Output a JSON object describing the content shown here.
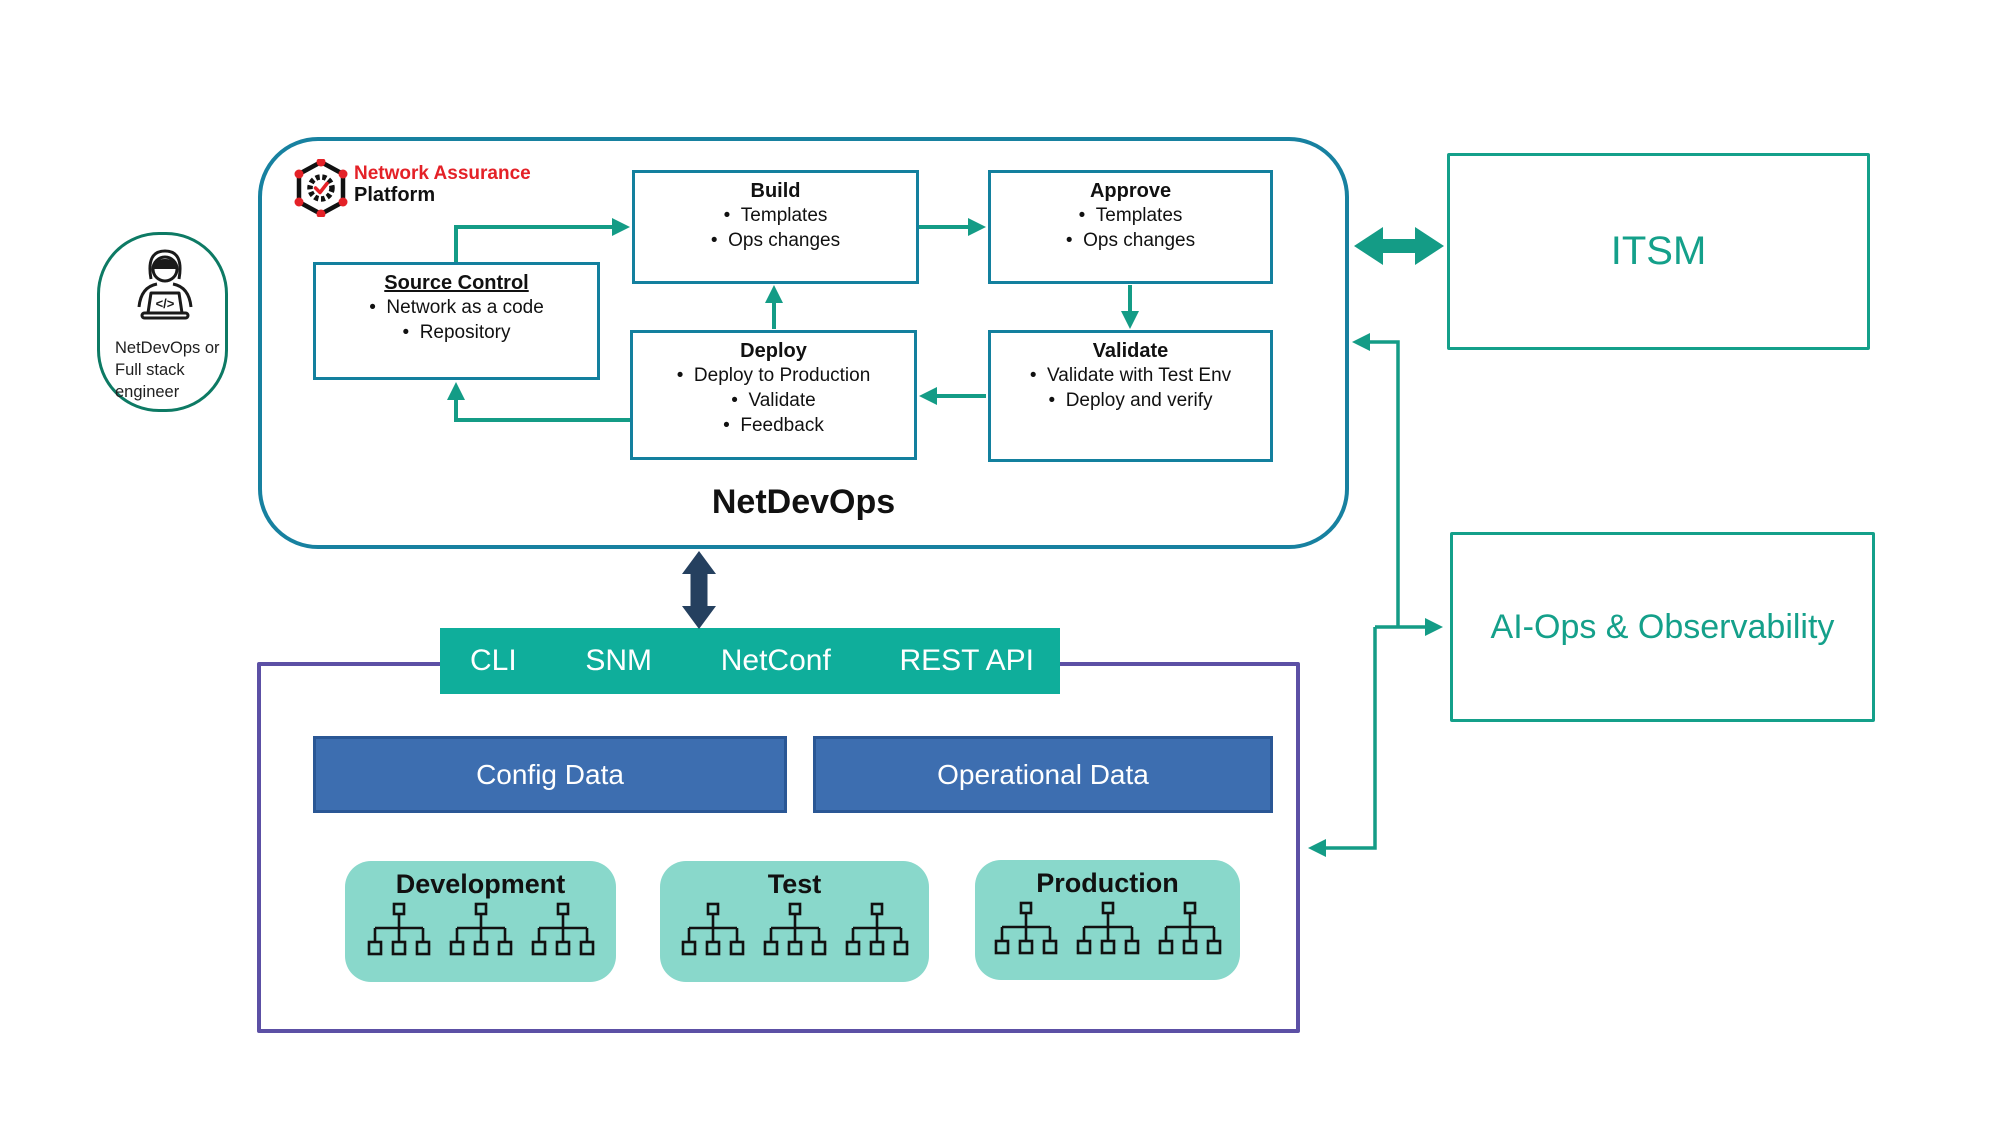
{
  "diagram": {
    "engineer": {
      "label": "NetDevOps or\nFull stack\nengineer",
      "laptop_glyph": "</>"
    },
    "logo": {
      "title": "Network Assurance",
      "subtitle": "Platform"
    },
    "netdevops": {
      "label": "NetDevOps",
      "source_control": {
        "title": "Source Control",
        "bullets": [
          "Network as a code",
          "Repository"
        ]
      },
      "build": {
        "title": "Build",
        "bullets": [
          "Templates",
          "Ops changes"
        ]
      },
      "approve": {
        "title": "Approve",
        "bullets": [
          "Templates",
          "Ops changes"
        ]
      },
      "deploy": {
        "title": "Deploy",
        "bullets": [
          "Deploy to Production",
          "Validate",
          "Feedback"
        ]
      },
      "validate": {
        "title": "Validate",
        "bullets": [
          "Validate with Test Env",
          "Deploy and verify"
        ]
      }
    },
    "itsm": {
      "label": "ITSM"
    },
    "aiops": {
      "label": "AI-Ops & Observability"
    },
    "protocols": {
      "items": [
        "CLI",
        "SNM",
        "NetConf",
        "REST API"
      ]
    },
    "data_boxes": {
      "config": "Config Data",
      "operational": "Operational Data"
    },
    "environments": [
      {
        "label": "Development"
      },
      {
        "label": "Test"
      },
      {
        "label": "Production"
      }
    ],
    "colors": {
      "container_teal": "#1781a0",
      "box_border_teal": "#13809e",
      "flow_arrow_green": "#149c86",
      "itsm_green": "#14a08a",
      "protocol_bar_green": "#0fae9b",
      "navy_arrow": "#25405f",
      "purple": "#5c50a5",
      "data_blue": "#3d6eb0",
      "env_teal": "#89d8cb",
      "logo_red": "#e42127",
      "person_border_green": "#0d7a64"
    }
  }
}
